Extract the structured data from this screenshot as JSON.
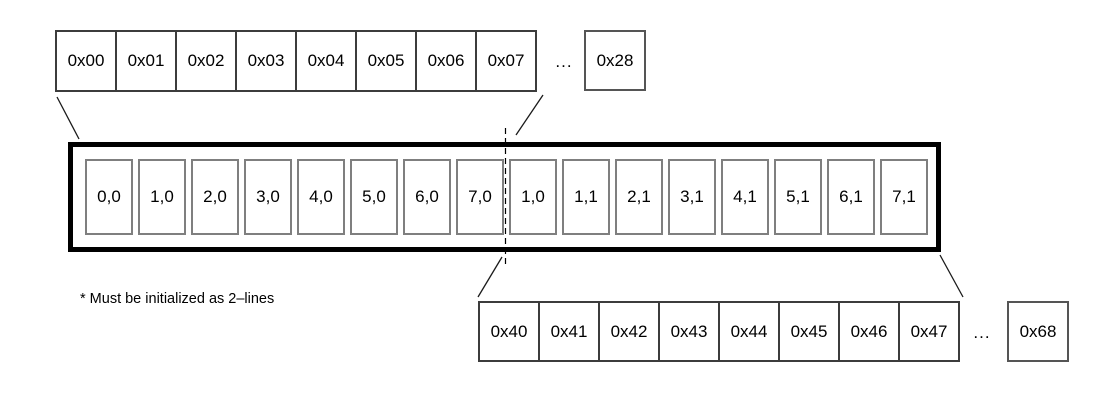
{
  "top_row": {
    "cells": [
      "0x00",
      "0x01",
      "0x02",
      "0x03",
      "0x04",
      "0x05",
      "0x06",
      "0x07"
    ],
    "ellipsis": "...",
    "tail_cell": "0x28"
  },
  "buffer": {
    "cells": [
      "0,0",
      "1,0",
      "2,0",
      "3,0",
      "4,0",
      "5,0",
      "6,0",
      "7,0",
      "1,0",
      "1,1",
      "2,1",
      "3,1",
      "4,1",
      "5,1",
      "6,1",
      "7,1"
    ]
  },
  "bottom_row": {
    "cells": [
      "0x40",
      "0x41",
      "0x42",
      "0x43",
      "0x44",
      "0x45",
      "0x46",
      "0x47"
    ],
    "ellipsis": "...",
    "tail_cell": "0x68"
  },
  "note": "* Must be initialized as 2–lines",
  "colors": {
    "ink": "#000000",
    "address_cell_border": "#3c3c3c",
    "buffer_border": "#000000",
    "inner_cell_border": "#7f7f7f"
  }
}
